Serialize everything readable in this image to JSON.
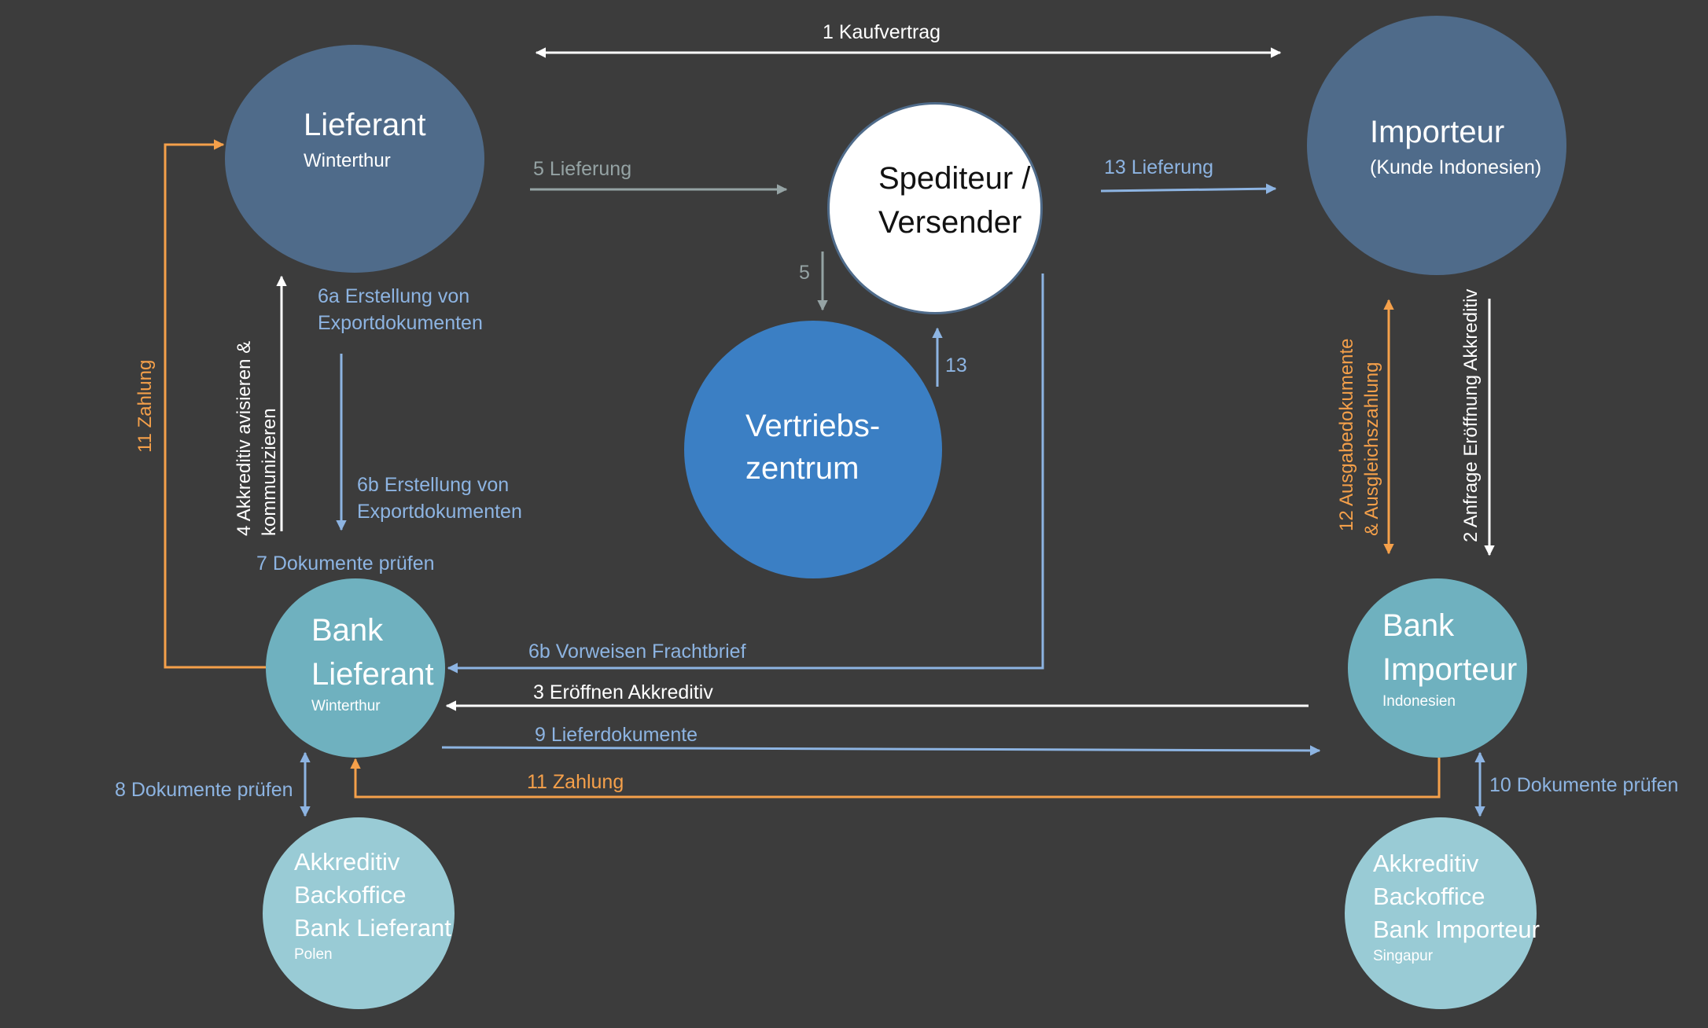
{
  "colors": {
    "background": "#3c3c3c",
    "party_dark": "#4f6b8a",
    "forwarder": "#ffffff",
    "distribution": "#3b7fc4",
    "bank": "#6fb1bf",
    "backoffice": "#99cbd5",
    "arrow_blue": "#8db4e2",
    "arrow_white": "#ffffff",
    "arrow_gray": "#95a3a4",
    "arrow_orange": "#f5a04a"
  },
  "nodes": {
    "lieferant": {
      "title": "Lieferant",
      "subtitle": "Winterthur"
    },
    "importeur": {
      "title": "Importeur",
      "subtitle": "(Kunde Indonesien)"
    },
    "spediteur": {
      "line1": "Spediteur /",
      "line2": "Versender"
    },
    "vertrieb": {
      "line1": "Vertriebs-",
      "line2": "zentrum"
    },
    "bank_lieferant": {
      "line1": "Bank",
      "line2": "Lieferant",
      "subtitle": "Winterthur"
    },
    "bank_importeur": {
      "line1": "Bank",
      "line2": "Importeur",
      "subtitle": "Indonesien"
    },
    "backoffice_lieferant": {
      "line1": "Akkreditiv",
      "line2": "Backoffice",
      "line3": "Bank Lieferant",
      "subtitle": "Polen"
    },
    "backoffice_importeur": {
      "line1": "Akkreditiv",
      "line2": "Backoffice",
      "line3": "Bank Importeur",
      "subtitle": "Singapur"
    }
  },
  "labels": {
    "kaufvertrag": "1 Kaufvertrag",
    "lieferung5": "5 Lieferung",
    "lieferung13": "13 Lieferung",
    "step5": "5",
    "step13": "13",
    "erstellung6a_l1": "6a Erstellung von",
    "erstellung6a_l2": "Exportdokumenten",
    "erstellung6b_l1": "6b Erstellung von",
    "erstellung6b_l2": "Exportdokumenten",
    "dokumente7": "7 Dokumente prüfen",
    "zahlung11_left": "11 Zahlung",
    "akkreditiv4_l1": "4 Akkreditiv avisieren &",
    "akkreditiv4_l2": "kommunizieren",
    "frachtbrief6b": "6b Vorweisen Frachtbrief",
    "eroeffnen3": "3 Eröffnen Akkreditiv",
    "lieferdok9": "9 Lieferdokumente",
    "zahlung11_bottom": "11 Zahlung",
    "dokumente8": "8 Dokumente prüfen",
    "dokumente10": "10 Dokumente prüfen",
    "ausgabe12_l1": "12 Ausgabedokumente",
    "ausgabe12_l2": "& Ausgleichszahlung",
    "anfrage2": "2 Anfrage Eröffnung Akkreditiv"
  }
}
